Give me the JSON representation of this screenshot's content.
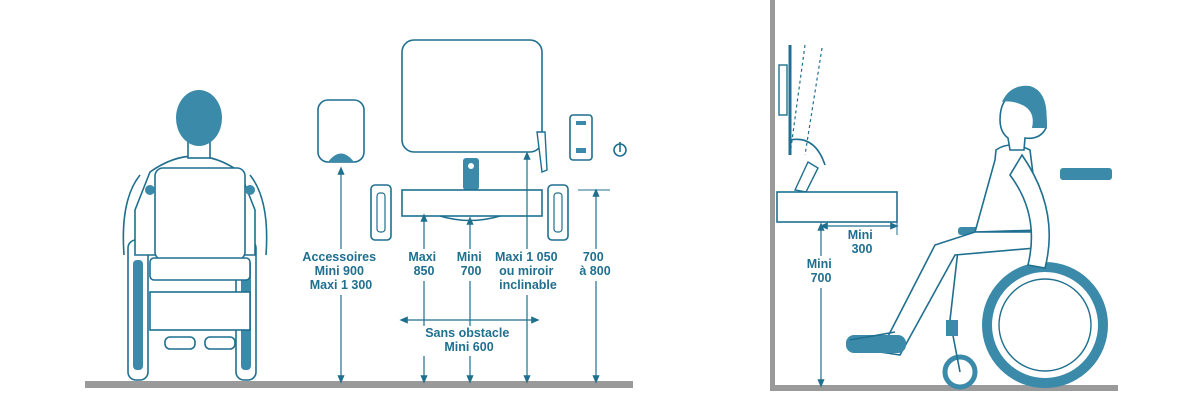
{
  "front_view": {
    "accessories_label": [
      "Accessoires",
      "Mini 900",
      "Maxi 1 300"
    ],
    "maxi_label": [
      "Maxi",
      "850"
    ],
    "mini_label": [
      "Mini",
      "700"
    ],
    "mirror_label": [
      "Maxi 1 050",
      "ou miroir",
      "inclinable"
    ],
    "grab_bar_label": [
      "700",
      "à 800"
    ],
    "clearance_label": [
      "Sans obstacle",
      "Mini 600"
    ]
  },
  "side_view": {
    "depth_label": [
      "Mini",
      "300"
    ],
    "height_label": [
      "Mini",
      "700"
    ]
  },
  "colors": {
    "line": "#1f6f8f",
    "fill": "#3b8aaa",
    "floor": "#9a9a9a"
  }
}
